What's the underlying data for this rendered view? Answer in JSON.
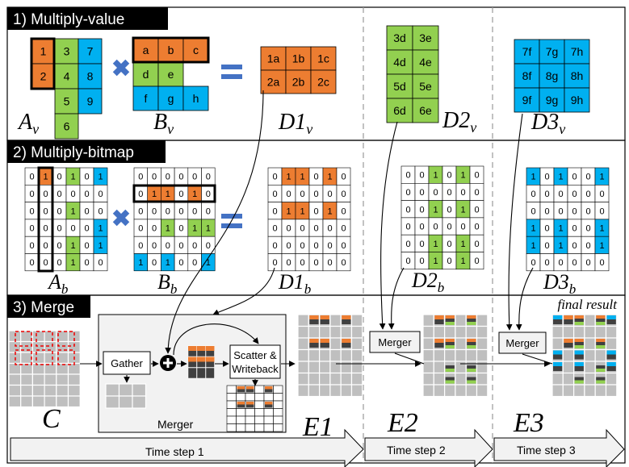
{
  "sections": {
    "s1": "1) Multiply-value",
    "s2": "2) Multiply-bitmap",
    "s3": "3) Merge"
  },
  "colors": {
    "orange": "#ED7D31",
    "green": "#92D050",
    "blue": "#00B0F0",
    "gray": "#BFBFBF",
    "dark": "#404040",
    "panel": "#F2F2F2"
  },
  "labels": {
    "Av": "A",
    "Av_sub": "v",
    "Bv": "B",
    "Bv_sub": "v",
    "D1v": "D1",
    "D1v_sub": "v",
    "D2v": "D2",
    "D2v_sub": "v",
    "D3v": "D3",
    "D3v_sub": "v",
    "Ab": "A",
    "Ab_sub": "b",
    "Bb": "B",
    "Bb_sub": "b",
    "D1b": "D1",
    "D1b_sub": "b",
    "D2b": "D2",
    "D2b_sub": "b",
    "D3b": "D3",
    "D3b_sub": "b",
    "C": "C",
    "E1": "E1",
    "E2": "E2",
    "E3": "E3",
    "final_result": "final result",
    "gather": "Gather",
    "scatter1": "Scatter &",
    "scatter2": "Writeback",
    "merger_panel": "Merger",
    "merger_box": "Merger",
    "ts1": "Time step 1",
    "ts2": "Time step 2",
    "ts3": "Time step 3"
  },
  "values": {
    "Av": [
      [
        "1",
        "3",
        "7"
      ],
      [
        "2",
        "4",
        "8"
      ],
      [
        "",
        "5",
        "9"
      ],
      [
        "",
        "6",
        ""
      ]
    ],
    "Bv": [
      [
        "a",
        "b",
        "c"
      ],
      [
        "d",
        "e",
        ""
      ],
      [
        "f",
        "g",
        "h"
      ]
    ],
    "D1v": [
      [
        "1a",
        "1b",
        "1c"
      ],
      [
        "2a",
        "2b",
        "2c"
      ]
    ],
    "D2v": [
      [
        "3d",
        "3e"
      ],
      [
        "4d",
        "4e"
      ],
      [
        "5d",
        "5e"
      ],
      [
        "6d",
        "6e"
      ]
    ],
    "D3v": [
      [
        "7f",
        "7g",
        "7h"
      ],
      [
        "8f",
        "8g",
        "8h"
      ],
      [
        "9f",
        "9g",
        "9h"
      ]
    ]
  },
  "bitmaps": {
    "Ab": [
      [
        0,
        1,
        0,
        1,
        0,
        1
      ],
      [
        0,
        0,
        0,
        0,
        0,
        0
      ],
      [
        0,
        0,
        0,
        1,
        0,
        0
      ],
      [
        0,
        0,
        0,
        0,
        0,
        1
      ],
      [
        0,
        0,
        0,
        1,
        0,
        1
      ],
      [
        0,
        0,
        0,
        1,
        0,
        0
      ]
    ],
    "Bb": [
      [
        0,
        0,
        0,
        0,
        0,
        0
      ],
      [
        0,
        1,
        1,
        0,
        1,
        0
      ],
      [
        0,
        0,
        0,
        0,
        0,
        0
      ],
      [
        0,
        0,
        1,
        0,
        1,
        1
      ],
      [
        0,
        0,
        0,
        0,
        0,
        0
      ],
      [
        1,
        0,
        1,
        0,
        0,
        1
      ]
    ],
    "D1b": [
      [
        0,
        1,
        1,
        0,
        1,
        0
      ],
      [
        0,
        0,
        0,
        0,
        0,
        0
      ],
      [
        0,
        1,
        1,
        0,
        1,
        0
      ],
      [
        0,
        0,
        0,
        0,
        0,
        0
      ],
      [
        0,
        0,
        0,
        0,
        0,
        0
      ],
      [
        0,
        0,
        0,
        0,
        0,
        0
      ]
    ],
    "D2b": [
      [
        0,
        0,
        1,
        0,
        1,
        0
      ],
      [
        0,
        0,
        0,
        0,
        0,
        0
      ],
      [
        0,
        0,
        1,
        0,
        1,
        0
      ],
      [
        0,
        0,
        0,
        0,
        0,
        0
      ],
      [
        0,
        0,
        1,
        0,
        1,
        0
      ],
      [
        0,
        0,
        1,
        0,
        1,
        0
      ]
    ],
    "D3b": [
      [
        1,
        0,
        1,
        0,
        0,
        1
      ],
      [
        0,
        0,
        0,
        0,
        0,
        0
      ],
      [
        0,
        0,
        0,
        0,
        0,
        0
      ],
      [
        1,
        0,
        1,
        0,
        0,
        1
      ],
      [
        1,
        0,
        1,
        0,
        0,
        1
      ],
      [
        0,
        0,
        0,
        0,
        0,
        0
      ]
    ]
  }
}
